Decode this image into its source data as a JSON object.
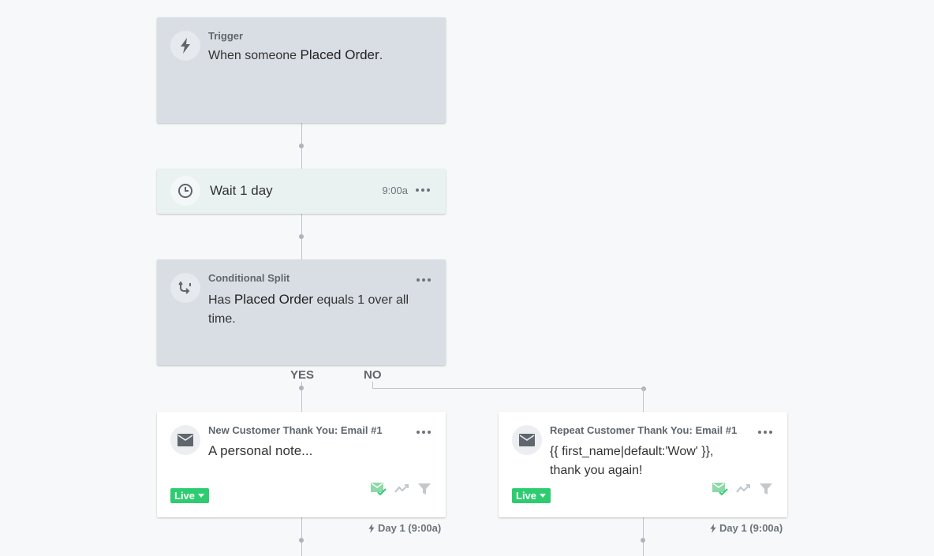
{
  "trigger": {
    "title": "Trigger",
    "text_prefix": "When someone ",
    "text_metric": "Placed Order",
    "text_suffix": ".",
    "icon": "lightning-icon"
  },
  "wait": {
    "label": "Wait 1 day",
    "time": "9:00a",
    "icon": "clock-icon"
  },
  "split": {
    "title": "Conditional Split",
    "text_prefix": "Has ",
    "text_metric": "Placed Order",
    "text_suffix": " equals 1 over all time.",
    "icon": "split-icon",
    "yes_label": "YES",
    "no_label": "NO"
  },
  "emails": [
    {
      "title": "New Customer Thank You: Email #1",
      "line1": "A personal note...",
      "line2": "",
      "status": "Live",
      "day": "Day 1 (9:00a)",
      "icon": "envelope-icon"
    },
    {
      "title": "Repeat Customer Thank You: Email #1",
      "line1": "{{ first_name|default:'Wow' }},",
      "line2": "thank you again!",
      "status": "Live",
      "day": "Day 1 (9:00a)",
      "icon": "envelope-icon"
    }
  ],
  "colors": {
    "live_badge": "#2ecc71",
    "trigger_card": "#d9dee5",
    "wait_card": "#e9f1f1",
    "background": "#f7f8f9"
  }
}
